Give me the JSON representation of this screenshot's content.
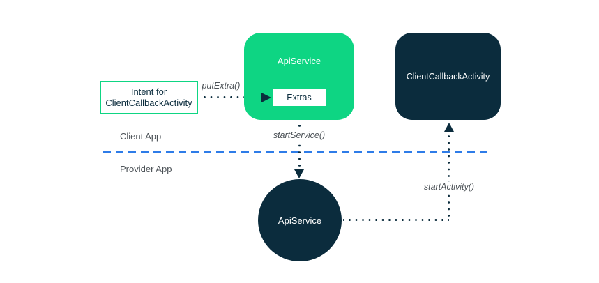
{
  "diagram": {
    "regions": {
      "client_app_label": "Client App",
      "provider_app_label": "Provider App"
    },
    "nodes": {
      "intent_box": {
        "label": "Intent for ClientCallbackActivity"
      },
      "api_service_box": {
        "label": "ApiService"
      },
      "extras_box": {
        "label": "Extras"
      },
      "callback_activity_box": {
        "label": "ClientCallbackActivity"
      },
      "api_service_circle": {
        "label": "ApiService"
      }
    },
    "edges": {
      "put_extra_label": "putExtra()",
      "start_service_label": "startService()",
      "start_activity_label": "startActivity()"
    },
    "colors": {
      "green": "#0ED583",
      "navy": "#0B2C3D",
      "divider_blue": "#2E7CE8",
      "label_gray": "#4C5257",
      "node_text_white": "#FFFFFF"
    }
  }
}
